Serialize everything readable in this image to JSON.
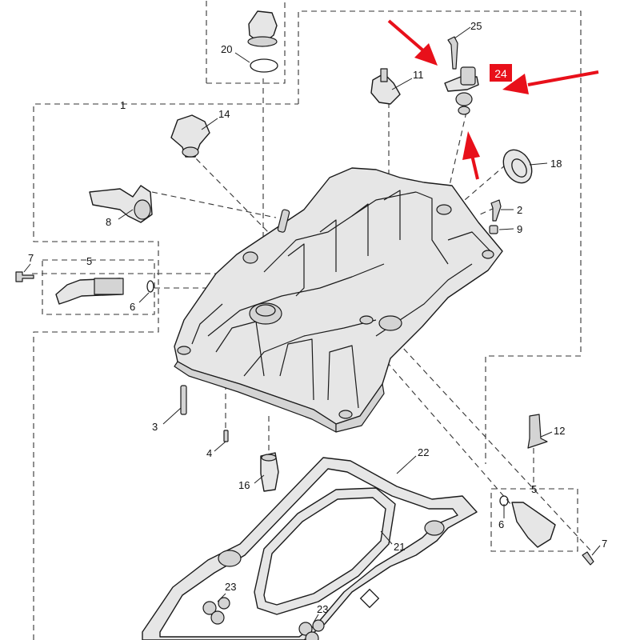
{
  "callouts": [
    {
      "label": "1"
    },
    {
      "label": "2"
    },
    {
      "label": "3"
    },
    {
      "label": "4"
    },
    {
      "label": "5"
    },
    {
      "label": "5"
    },
    {
      "label": "6"
    },
    {
      "label": "6"
    },
    {
      "label": "7"
    },
    {
      "label": "7"
    },
    {
      "label": "8"
    },
    {
      "label": "9"
    },
    {
      "label": "11"
    },
    {
      "label": "12"
    },
    {
      "label": "14"
    },
    {
      "label": "16"
    },
    {
      "label": "18"
    },
    {
      "label": "20"
    },
    {
      "label": "21"
    },
    {
      "label": "22"
    },
    {
      "label": "23"
    },
    {
      "label": "23"
    },
    {
      "label": "25"
    }
  ],
  "highlight": {
    "label": "24",
    "color": "#e8101a"
  },
  "arrow_color": "#e8101a"
}
